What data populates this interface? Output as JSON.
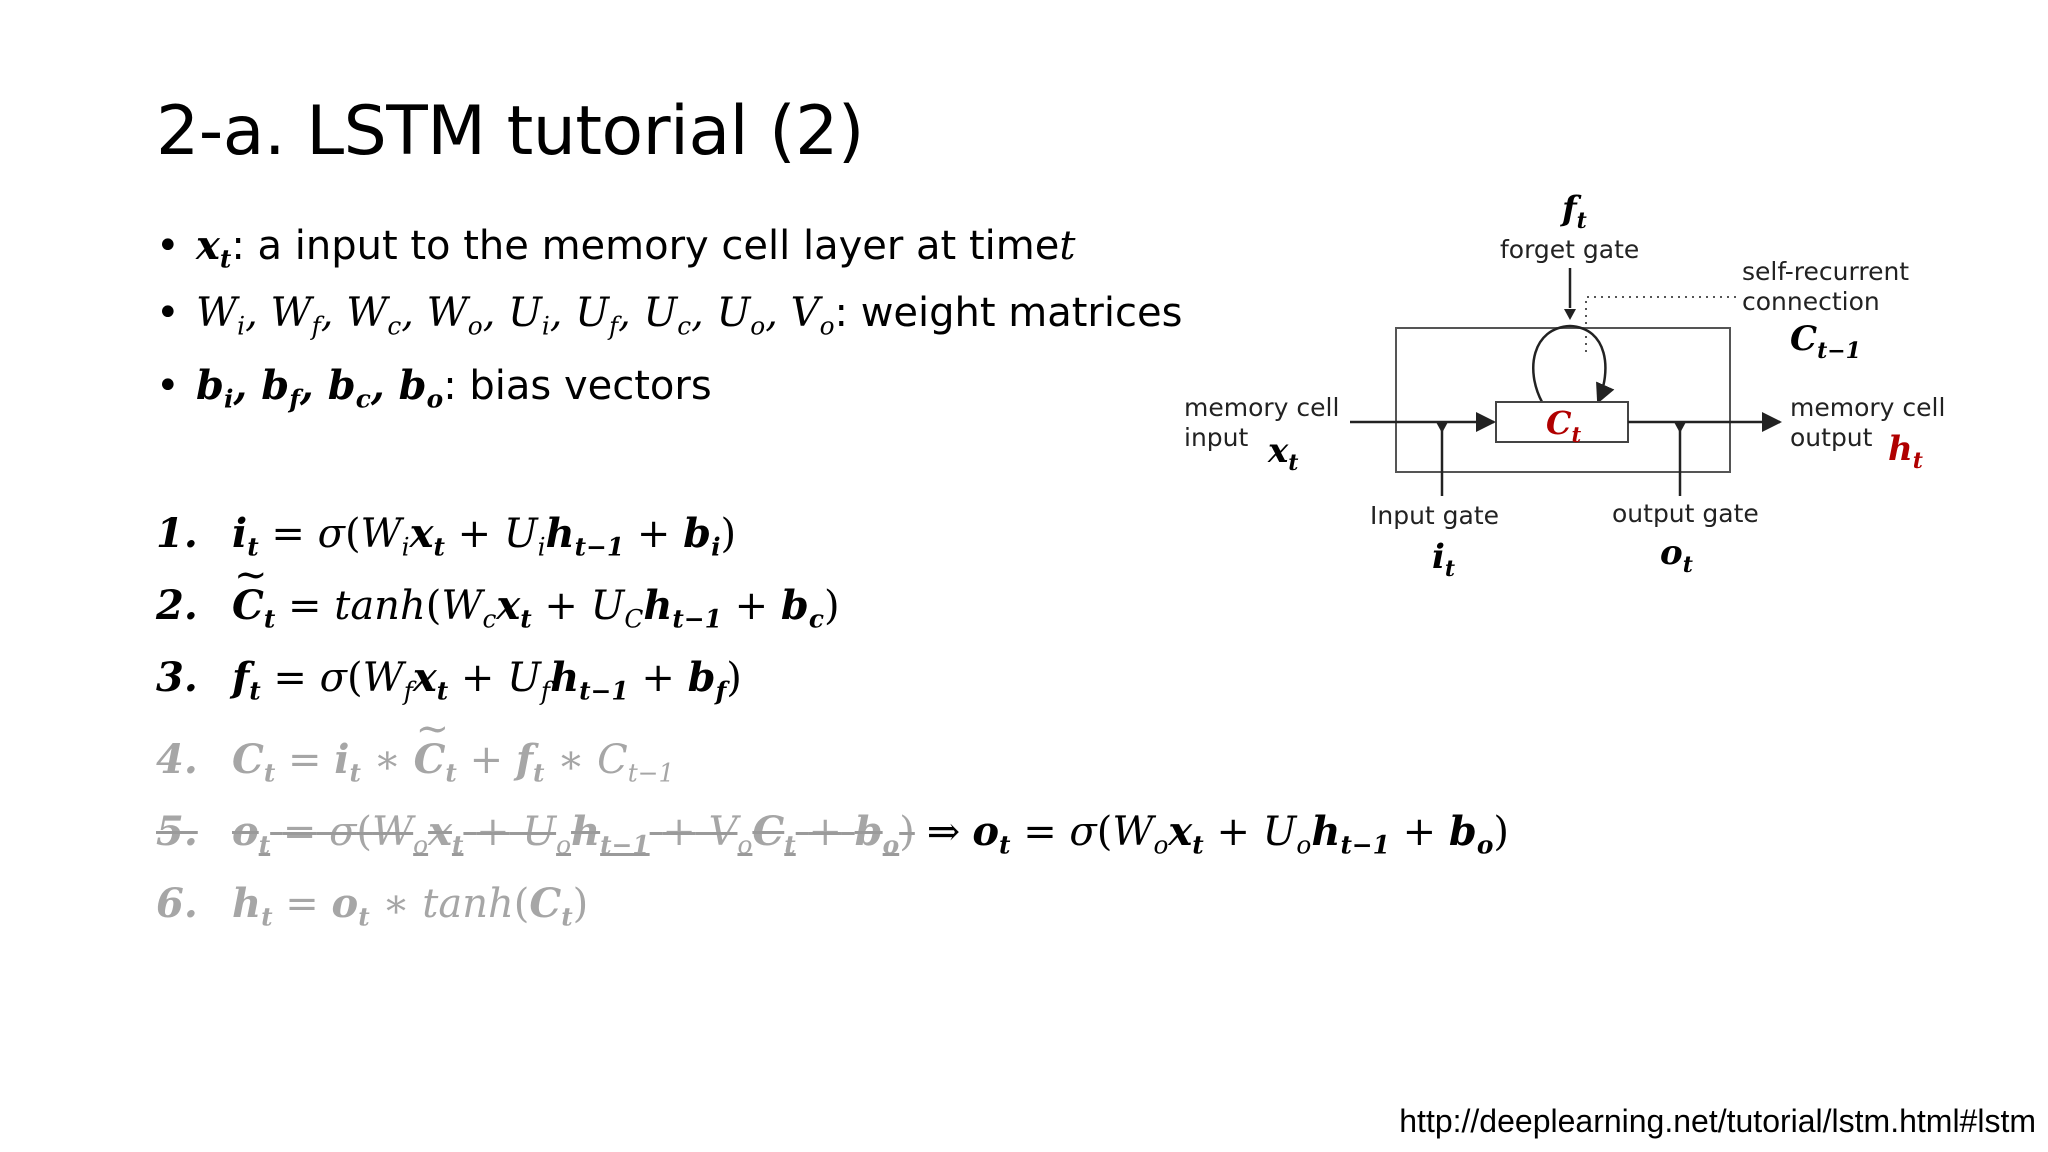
{
  "slide": {
    "title": "2-a. LSTM tutorial (2)",
    "bullets": {
      "b1_text": " : a input to the memory cell layer at time ",
      "b2_text": " : weight matrices",
      "b3_text": " : bias vectors"
    },
    "steps": {
      "n1": "1.",
      "n2": "2.",
      "n3": "3.",
      "n4": "4.",
      "n5": "5.",
      "n6": "6."
    },
    "url": "http://deeplearning.net/tutorial/lstm.html#lstm"
  },
  "diagram": {
    "forget_gate": "forget gate",
    "self_recurrent_1": "self-recurrent",
    "self_recurrent_2": "connection",
    "mem_in_1": "memory cell",
    "mem_in_2": "input",
    "mem_out_1": "memory cell",
    "mem_out_2": "output",
    "input_gate": "Input gate",
    "output_gate": "output gate"
  },
  "colors": {
    "accent_red": "#b00000",
    "muted_gray": "#a6a6a6"
  }
}
